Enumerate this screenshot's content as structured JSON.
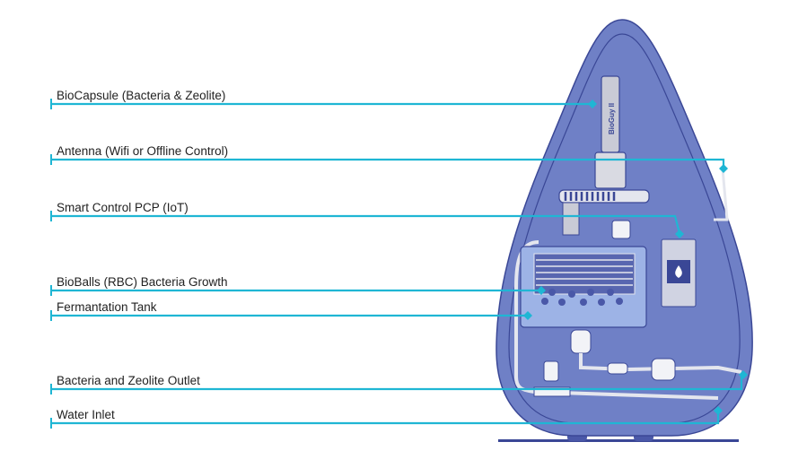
{
  "colors": {
    "accent": "#1fb6d4",
    "body": "#6f80c6",
    "outline": "#3a4796",
    "light": "#e4e6ee",
    "tank": "#9db3e6"
  },
  "device": {
    "capsule_text": "BioGuy II"
  },
  "labels": [
    {
      "id": "biocapsule",
      "text": "BioCapsule (Bacteria & Zeolite)"
    },
    {
      "id": "antenna",
      "text": "Antenna (Wifi or Offline Control)"
    },
    {
      "id": "smart-control",
      "text": "Smart Control PCP (IoT)"
    },
    {
      "id": "bioballs",
      "text": "BioBalls (RBC) Bacteria Growth"
    },
    {
      "id": "fermentation-tank",
      "text": "Fermantation Tank"
    },
    {
      "id": "outlet",
      "text": "Bacteria and Zeolite Outlet"
    },
    {
      "id": "water-inlet",
      "text": "Water Inlet"
    }
  ]
}
